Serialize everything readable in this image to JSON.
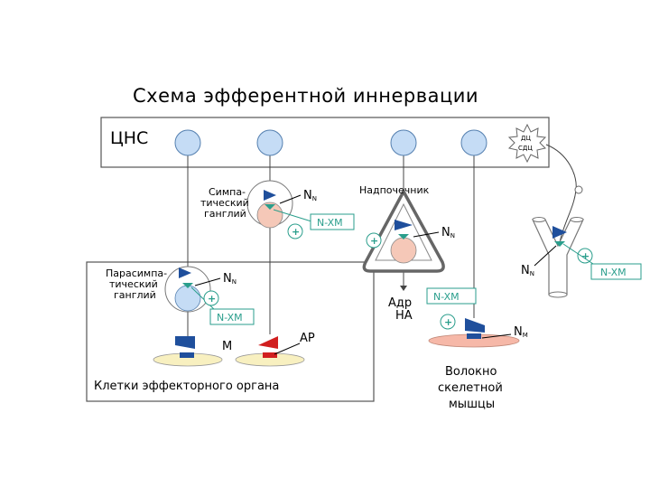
{
  "title": "Схема эфферентной иннервации",
  "cns_label": "ЦНС",
  "dc_label_1": "ДЦ",
  "dc_label_2": "СДЦ",
  "symp_ganglion": [
    "Симпа-",
    "тический",
    "ганглий"
  ],
  "parasymp_ganglion": [
    "Парасимпа-",
    "тический",
    "ганглий"
  ],
  "adrenal_label": "Надпочечник",
  "adrenal_outputs": [
    "Адр",
    "НА"
  ],
  "receptor_nn": "N",
  "receptor_nn_sub": "N",
  "receptor_nm": "N",
  "receptor_nm_sub": "M",
  "receptor_m": "M",
  "receptor_ar": "АР",
  "n_xm_tag": "N-XM",
  "plus_sign": "+",
  "effector_label": "Клетки эффекторного органа",
  "muscle_label": [
    "Волокно",
    "скелетной",
    "мышцы"
  ],
  "colors": {
    "neuron_fill": "#c5dcf5",
    "neuron_stroke": "#5580b0",
    "ganglion_cell": "#f5c8b8",
    "terminal_blue": "#1f4f9c",
    "terminal_red": "#d11f1f",
    "effector_fill": "#f8f0c0",
    "muscle_fill": "#f6b8a8",
    "accent": "#2a9e8c"
  }
}
